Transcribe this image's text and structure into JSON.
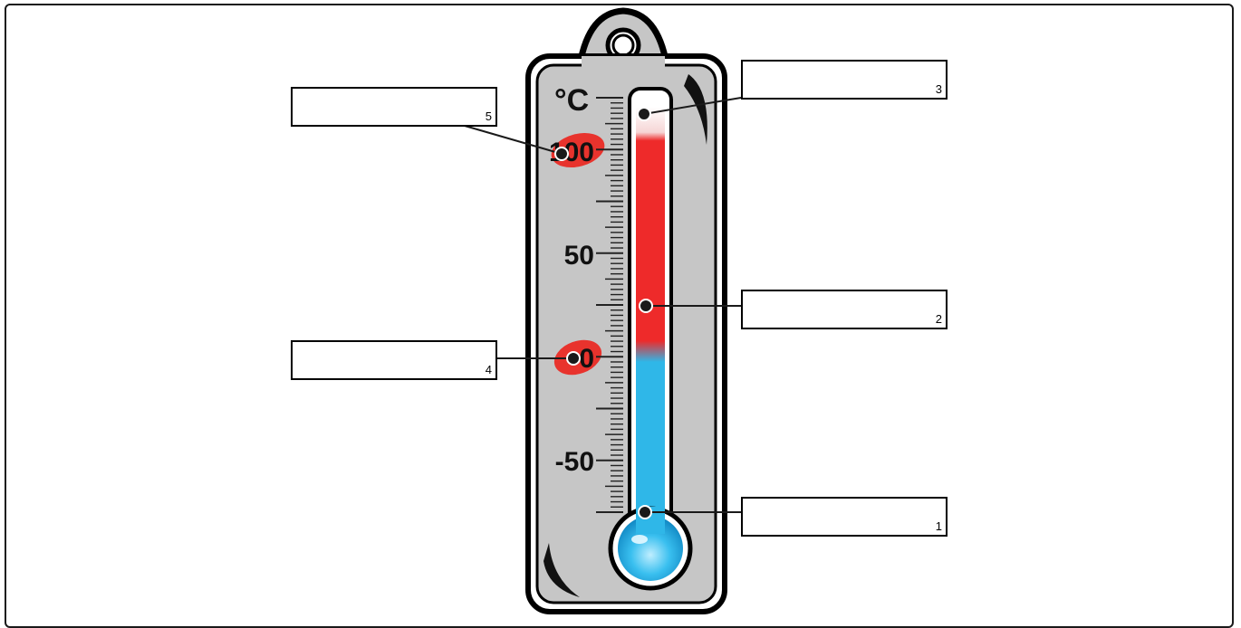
{
  "thermometer": {
    "unit_label": "°C",
    "scale_labels": [
      "100",
      "50",
      "0",
      "-50"
    ],
    "mercury_top_color": "#ee2a2a",
    "mercury_bottom_color": "#2fb7e8",
    "body_color": "#c6c6c6"
  },
  "labels": [
    {
      "number": "1",
      "text": ""
    },
    {
      "number": "2",
      "text": ""
    },
    {
      "number": "3",
      "text": ""
    },
    {
      "number": "4",
      "text": ""
    },
    {
      "number": "5",
      "text": ""
    }
  ]
}
